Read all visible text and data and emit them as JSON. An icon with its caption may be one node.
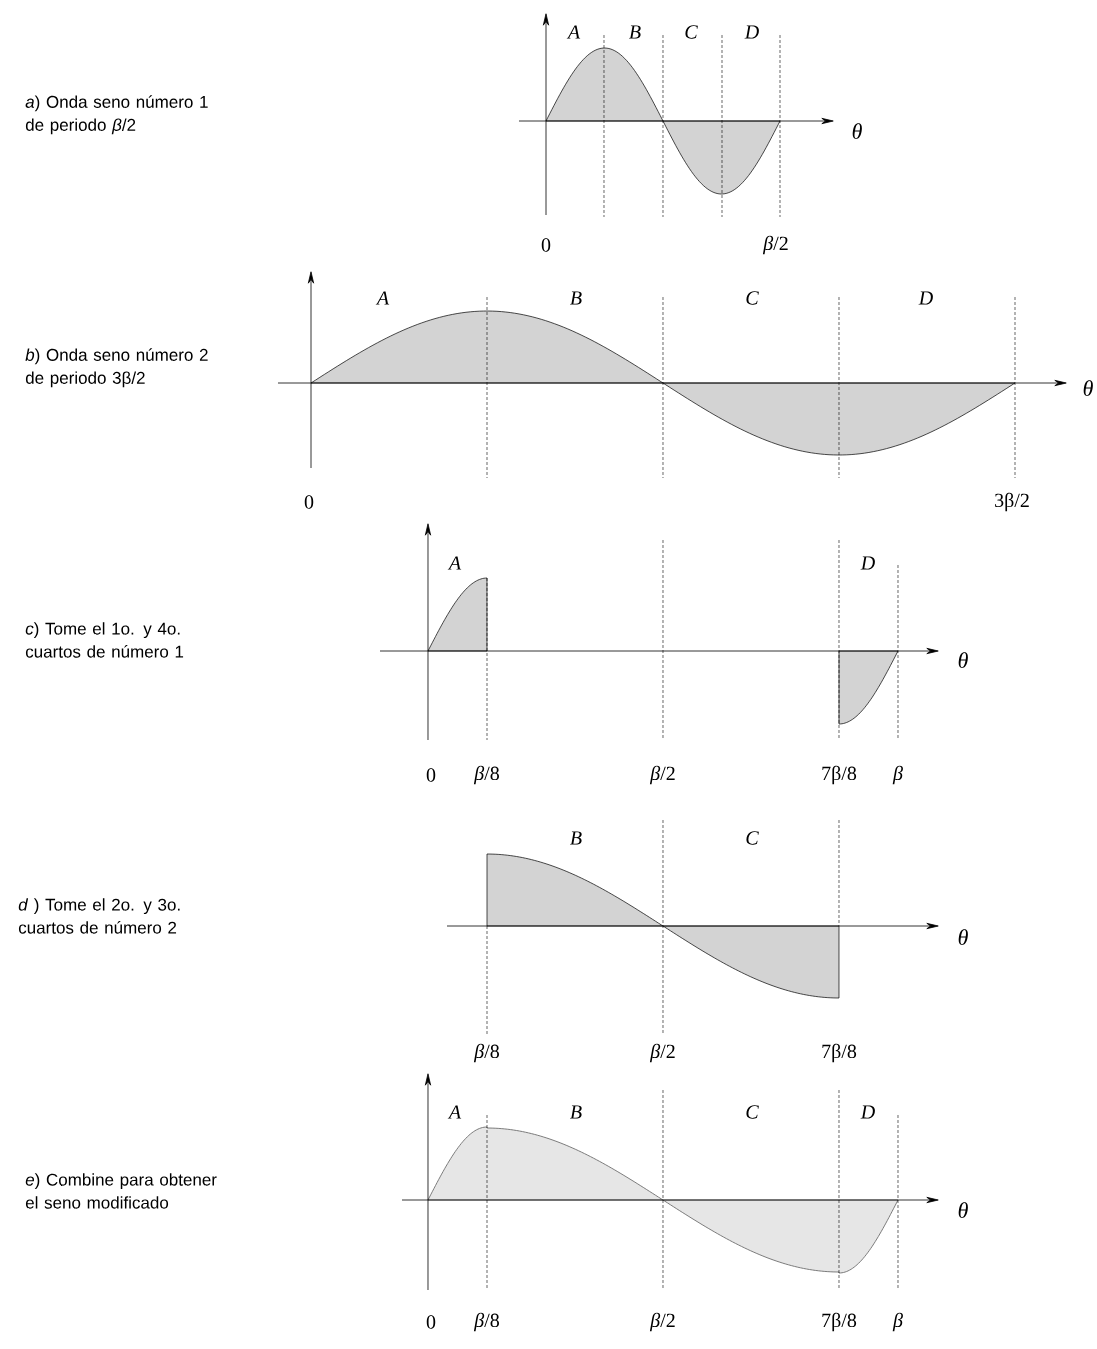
{
  "diagram": {
    "labels": [
      "A",
      "B",
      "C",
      "D",
      "*a*) Onda seno número 1 de periodo *β*/2",
      "θ",
      "0",
      "*β*/2",
      "A",
      "B",
      "C",
      "D",
      "*b*) Onda seno número 2 de periodo 3β/2",
      "θ",
      "0",
      "3β/2",
      "A",
      "D",
      "*c*) Tome el 1o. y 4o. cuartos de número 1",
      "θ",
      "0",
      "*β*/8",
      "*β*/2",
      "7β/8",
      "β",
      "B",
      "C",
      "*d* ) Tome el 2o. y 3o. cuartos de número 2",
      "θ",
      "*β*/8",
      "*β*/2",
      "7β/8",
      "A",
      "B",
      "C",
      "D",
      "*e*) Combine para obtener el seno modificado",
      "θ",
      "0",
      "*β*/8",
      "*β*/2",
      "7β/8",
      "β"
    ]
  }
}
